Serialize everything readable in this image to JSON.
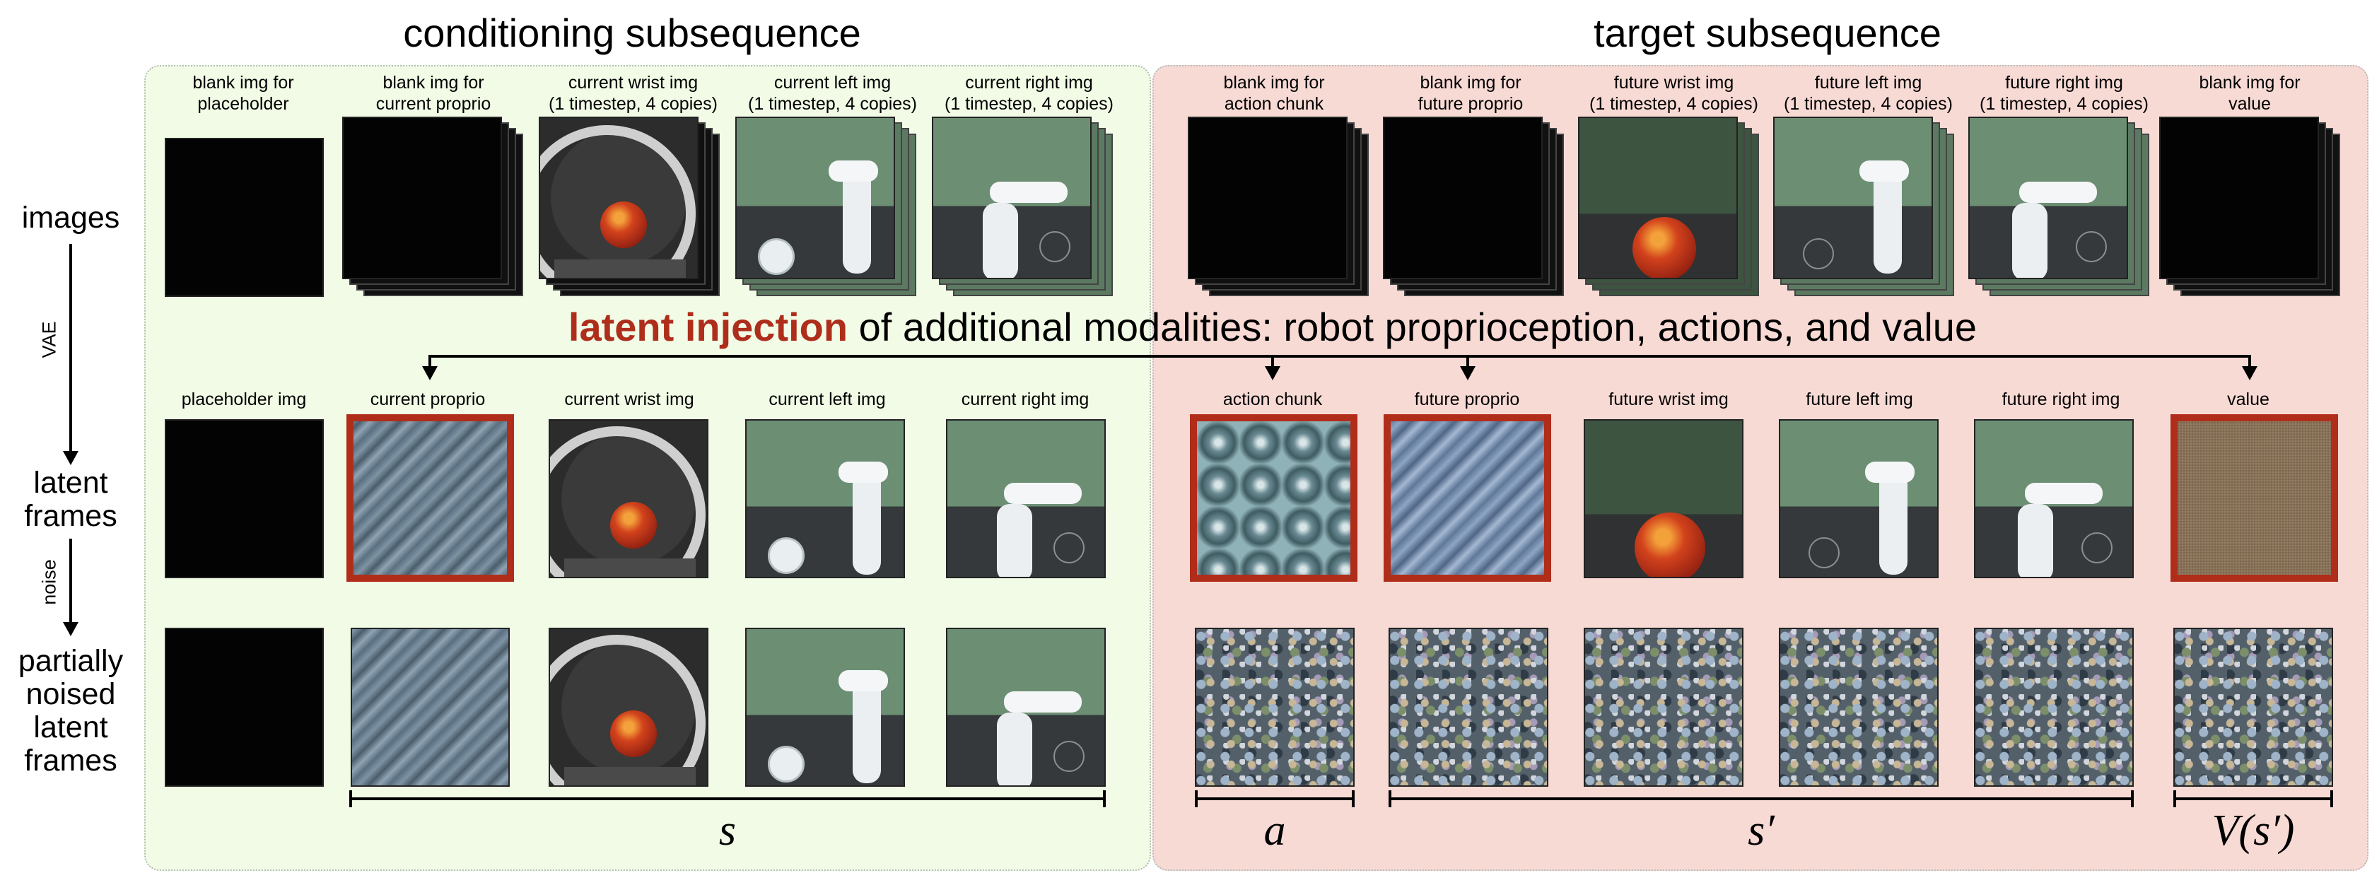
{
  "sections": {
    "conditioning_title": "conditioning subsequence",
    "target_title": "target subsequence"
  },
  "row_labels": {
    "images": "images",
    "latent_frames": "latent\nframes",
    "partially_noised": "partially\nnoised\nlatent\nframes"
  },
  "arrow_labels": {
    "vae": "VAE",
    "noise": "noise"
  },
  "image_captions": [
    "blank img for\nplaceholder",
    "blank img for\ncurrent proprio",
    "current wrist img\n(1 timestep, 4 copies)",
    "current left img\n(1 timestep, 4 copies)",
    "current right img\n(1 timestep, 4 copies)",
    "blank img for\naction chunk",
    "blank img for\nfuture proprio",
    "future wrist img\n(1 timestep, 4 copies)",
    "future left img\n(1 timestep, 4 copies)",
    "future right img\n(1 timestep, 4 copies)",
    "blank img for\nvalue"
  ],
  "latent_captions": [
    "placeholder img",
    "current proprio",
    "current wrist img",
    "current left img",
    "current right img",
    "action chunk",
    "future proprio",
    "future wrist img",
    "future left img",
    "future right img",
    "value"
  ],
  "injection": {
    "highlight": "latent injection",
    "rest": " of additional modalities: robot proprioception, actions, and value",
    "highlight_color": "#ae2e1b"
  },
  "brackets": {
    "s": "s",
    "a": "a",
    "s_prime": "s′",
    "v": "V(s′)"
  },
  "colors": {
    "conditioning_bg": "#f1fbe6",
    "target_bg": "#f8dad5",
    "injected_border": "#b02d1a"
  }
}
